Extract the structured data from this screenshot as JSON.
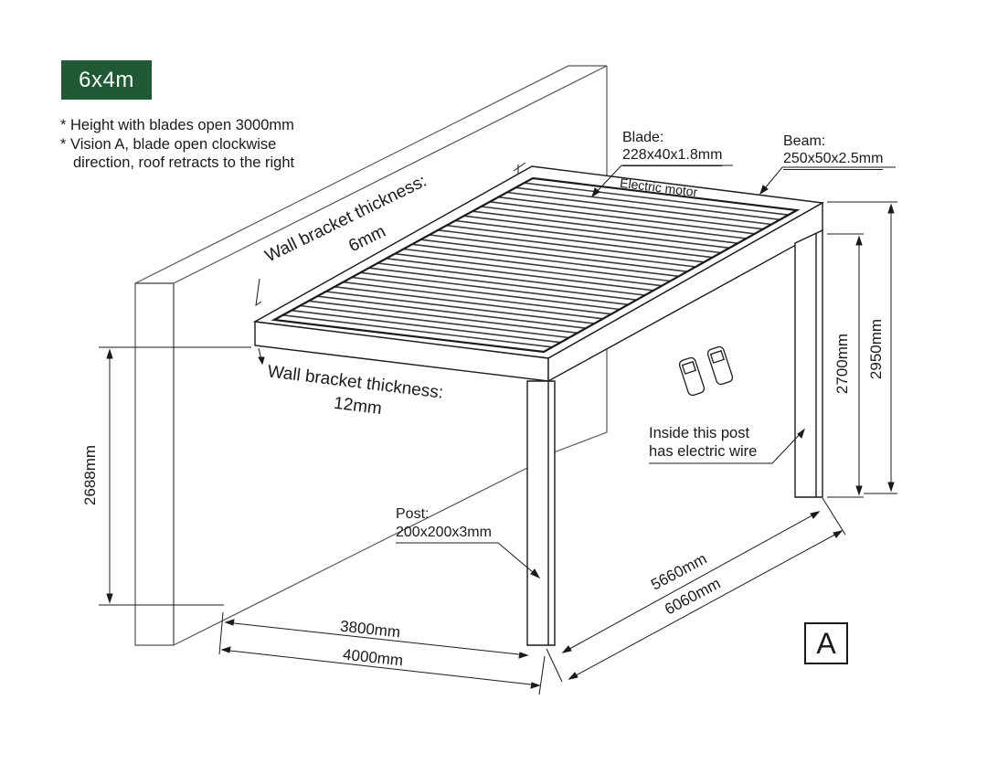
{
  "badge": {
    "text": "6x4m",
    "color": "#1f5a34"
  },
  "notes": {
    "line1": "* Height with blades open 3000mm",
    "line2": "* Vision A, blade open clockwise",
    "line3": "direction, roof retracts to the right"
  },
  "labels": {
    "blade_title": "Blade:",
    "blade_size": "228x40x1.8mm",
    "beam_title": "Beam:",
    "beam_size": "250x50x2.5mm",
    "motor": "Electric motor",
    "wall_bracket_top_line1": "Wall bracket thickness:",
    "wall_bracket_top_line2": "6mm",
    "wall_bracket_bottom_line1": "Wall bracket thickness:",
    "wall_bracket_bottom_line2": "12mm",
    "post_title": "Post:",
    "post_size": "200x200x3mm",
    "wire_line1": "Inside this post",
    "wire_line2": "has electric wire"
  },
  "dimensions": {
    "height_left": "2688mm",
    "height_inner": "2700mm",
    "height_outer": "2950mm",
    "width_inner": "3800mm",
    "width_outer": "4000mm",
    "depth_inner": "5660mm",
    "depth_outer": "6060mm"
  },
  "variant": "A",
  "colors": {
    "line": "#1a1a1a",
    "blade": "#3a3a3a",
    "wall": "#555555"
  }
}
